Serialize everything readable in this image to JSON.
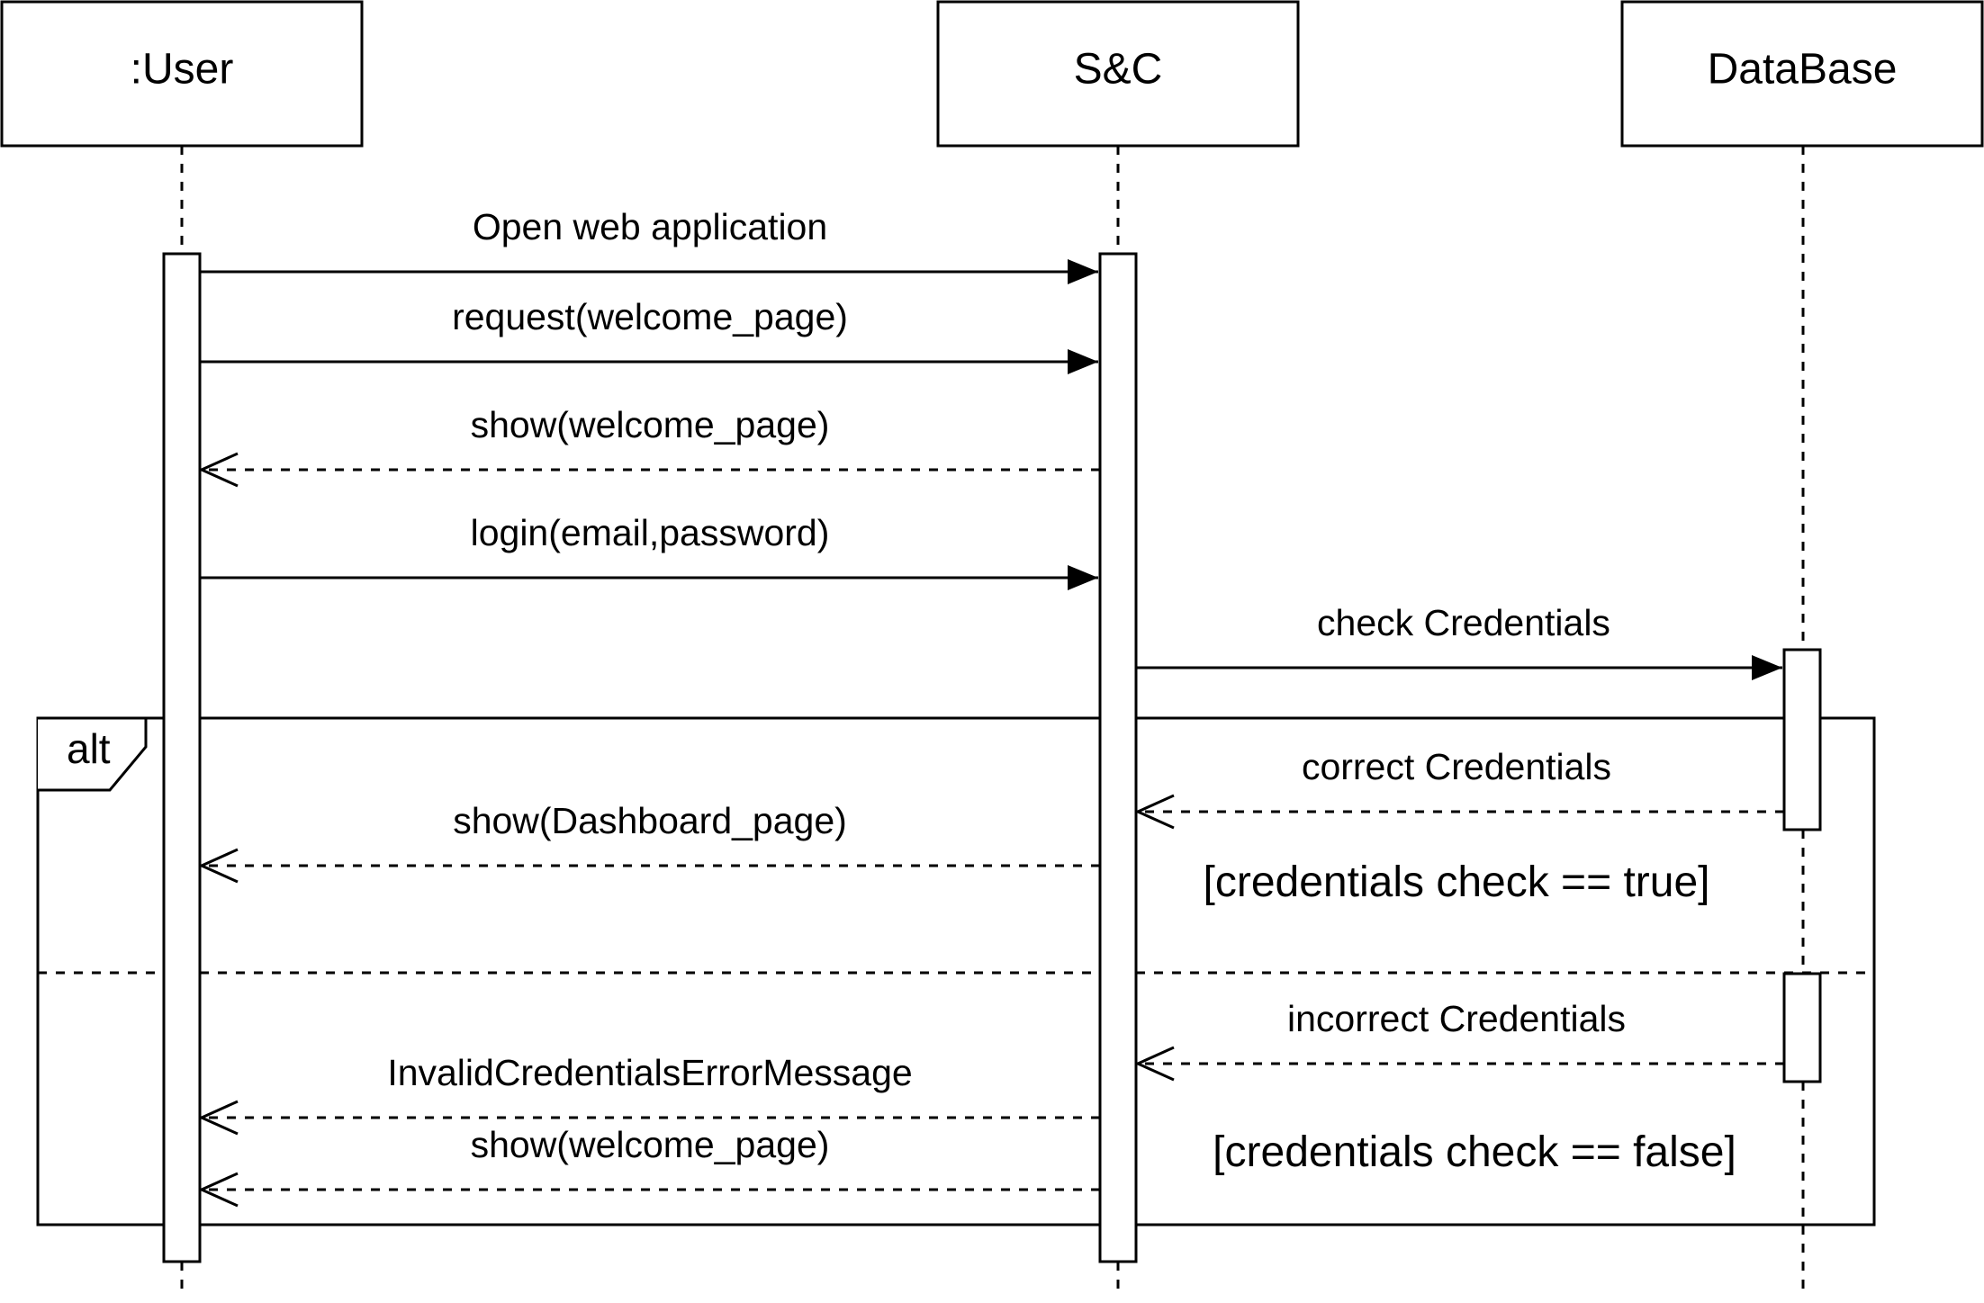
{
  "diagram": {
    "type": "uml-sequence",
    "participants": [
      {
        "id": "user",
        "label": ":User"
      },
      {
        "id": "sc",
        "label": "S&C"
      },
      {
        "id": "db",
        "label": "DataBase"
      }
    ],
    "messages": [
      {
        "id": "m1",
        "from": "user",
        "to": "sc",
        "label": "Open web application",
        "kind": "sync"
      },
      {
        "id": "m2",
        "from": "user",
        "to": "sc",
        "label": "request(welcome_page)",
        "kind": "sync"
      },
      {
        "id": "m3",
        "from": "sc",
        "to": "user",
        "label": "show(welcome_page)",
        "kind": "return"
      },
      {
        "id": "m4",
        "from": "user",
        "to": "sc",
        "label": "login(email,password)",
        "kind": "sync"
      },
      {
        "id": "m5",
        "from": "sc",
        "to": "db",
        "label": "check Credentials",
        "kind": "sync"
      },
      {
        "id": "m6",
        "from": "db",
        "to": "sc",
        "label": "correct Credentials",
        "kind": "return"
      },
      {
        "id": "m7",
        "from": "sc",
        "to": "user",
        "label": "show(Dashboard_page)",
        "kind": "return"
      },
      {
        "id": "m8",
        "from": "db",
        "to": "sc",
        "label": "incorrect Credentials",
        "kind": "return"
      },
      {
        "id": "m9",
        "from": "sc",
        "to": "user",
        "label": "InvalidCredentialsErrorMessage",
        "kind": "return"
      },
      {
        "id": "m10",
        "from": "sc",
        "to": "user",
        "label": "show(welcome_page)",
        "kind": "return"
      }
    ],
    "fragment": {
      "operator": "alt",
      "operands": [
        {
          "guard": "[credentials check == true]"
        },
        {
          "guard": "[credentials check == false]"
        }
      ]
    },
    "colors": {
      "line": "#000000",
      "background": "#ffffff"
    }
  }
}
